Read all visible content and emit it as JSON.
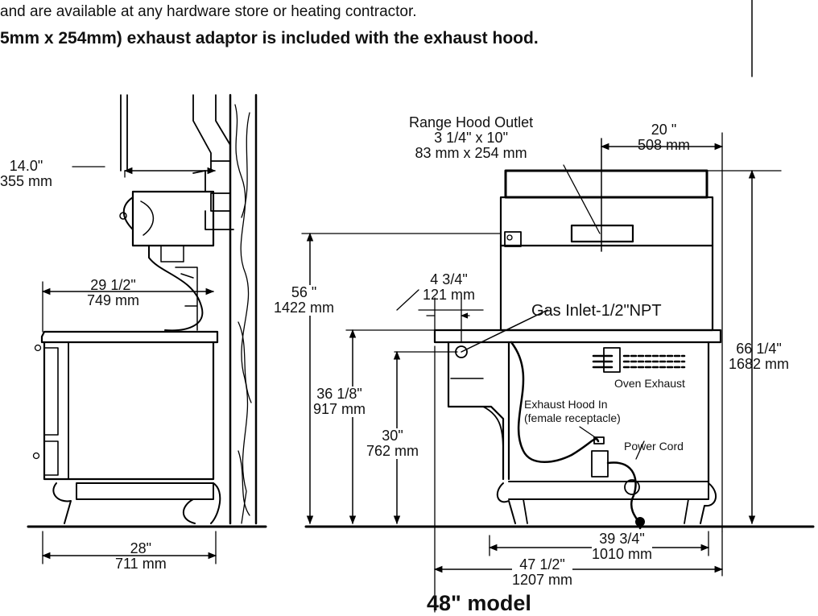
{
  "intro": {
    "line1": "and are available at any hardware store or heating contractor.",
    "line2": "5mm x 254mm) exhaust adaptor is included with the exhaust hood."
  },
  "side_view": {
    "dim_depth_top": [
      "14.0\"",
      "355 mm"
    ],
    "dim_depth_mid": [
      "29 1/2\"",
      "749 mm"
    ],
    "dim_depth_base": [
      "28\"",
      "711 mm"
    ]
  },
  "front_view": {
    "range_hood_outlet": [
      "Range Hood Outlet",
      "3 1/4\" x 10\"",
      "83 mm x 254 mm"
    ],
    "dim_outlet_offset": [
      "20 \"",
      "508 mm"
    ],
    "dim_overall_height": [
      "66 1/4\"",
      "1682 mm"
    ],
    "dim_backsplash_height": [
      "56 \"",
      "1422 mm"
    ],
    "dim_gas_offset": [
      "4 3/4\"",
      "121 mm"
    ],
    "gas_inlet": "Gas Inlet-1/2\"NPT",
    "dim_cooktop_height": [
      "36 1/8\"",
      "917 mm"
    ],
    "dim_gas_height": [
      "30\"",
      "762 mm"
    ],
    "oven_exhaust": "Oven Exhaust",
    "exhaust_hood_in": [
      "Exhaust Hood In",
      "(female receptacle)"
    ],
    "power_cord": "Power Cord",
    "dim_width_body": [
      "39 3/4\"",
      "1010 mm"
    ],
    "dim_width_total": [
      "47 1/2\"",
      "1207 mm"
    ]
  },
  "model_title": "48\" model"
}
